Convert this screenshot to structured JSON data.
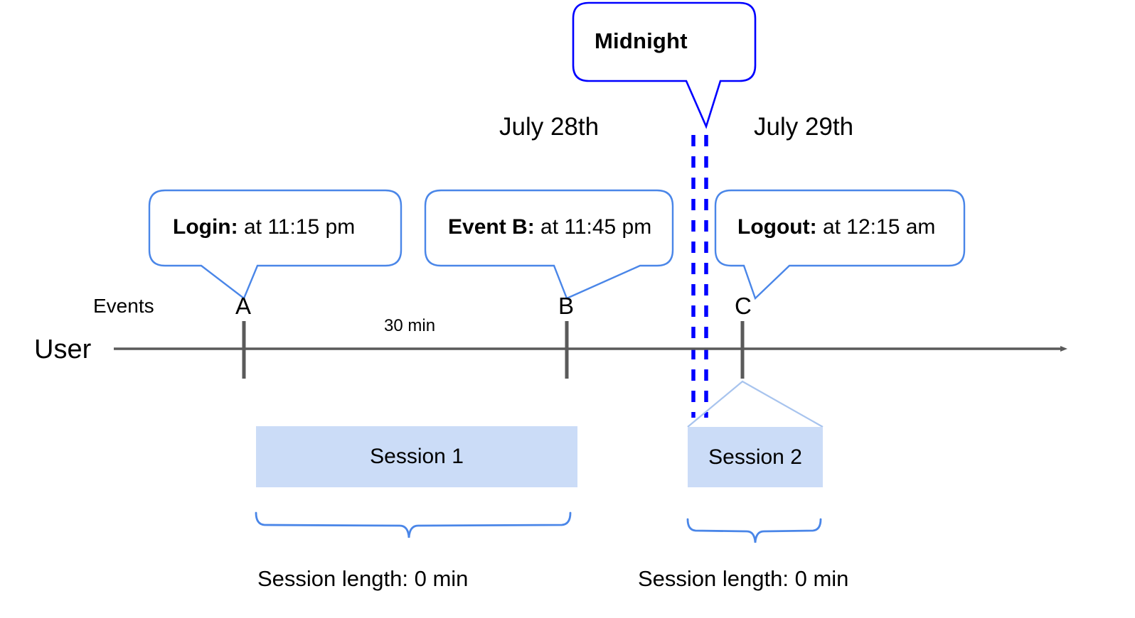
{
  "diagram": {
    "title_note": "Session splitting across midnight timeline",
    "colors": {
      "callout_border": "#4a86e8",
      "midnight_border": "#0000ff",
      "midnight_dash": "#0000ff",
      "axis": "#5a5a5a",
      "tick": "#5a5a5a",
      "session_fill": "#cbdcf7",
      "brace": "#4a86e8",
      "session2_wedge": "#a8c4ee",
      "text": "#000000"
    }
  },
  "midnight": {
    "label": "Midnight"
  },
  "dates": {
    "left": "July 28th",
    "right": "July 29th"
  },
  "callouts": [
    {
      "name": "login",
      "bold": "Login:",
      "rest": " at 11:15 pm"
    },
    {
      "name": "event-b",
      "bold": "Event B:",
      "rest": " at 11:45 pm"
    },
    {
      "name": "logout",
      "bold": "Logout:",
      "rest": " at 12:15 am"
    }
  ],
  "axis": {
    "row_label": "User",
    "events_label": "Events",
    "duration_label": "30 min"
  },
  "points": [
    {
      "id": "A",
      "label": "A"
    },
    {
      "id": "B",
      "label": "B"
    },
    {
      "id": "C",
      "label": "C"
    }
  ],
  "sessions": [
    {
      "name": "session-1",
      "label": "Session 1",
      "length_label": "Session length: 0 min"
    },
    {
      "name": "session-2",
      "label": "Session 2",
      "length_label": "Session length: 0 min"
    }
  ]
}
